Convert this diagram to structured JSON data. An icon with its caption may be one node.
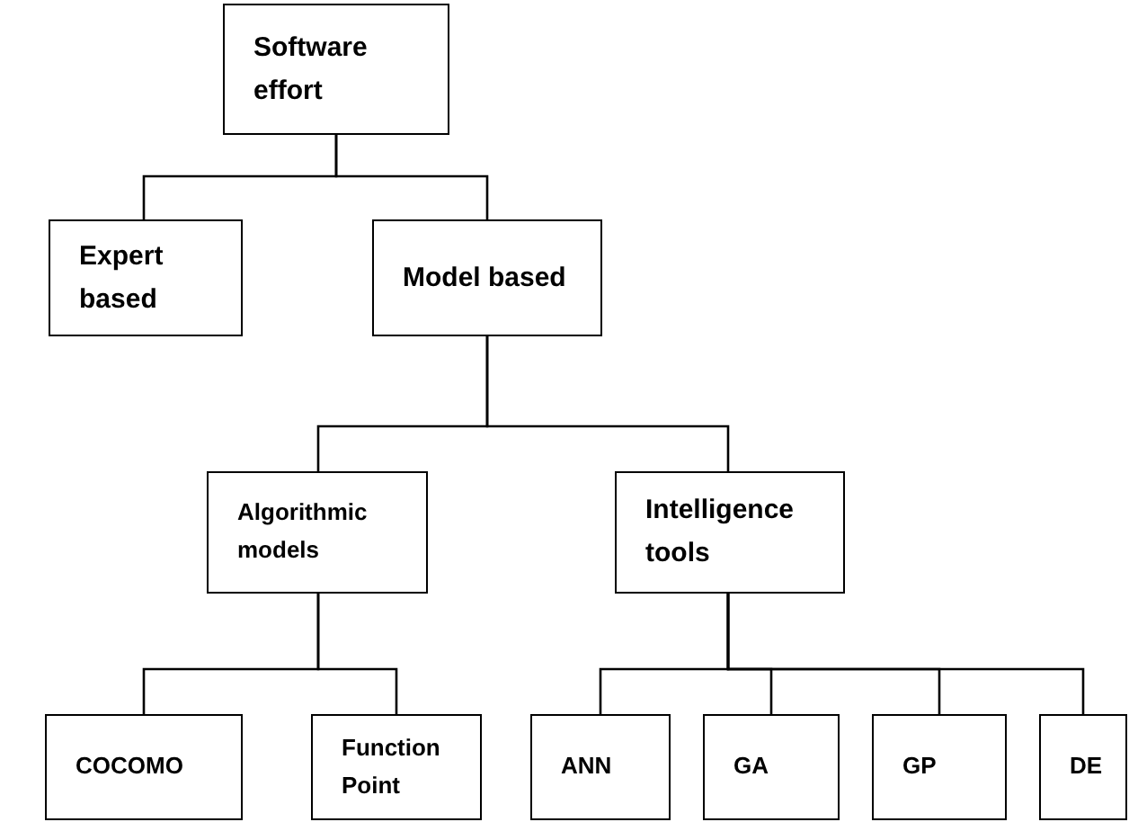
{
  "diagram": {
    "nodes": [
      {
        "text": [
          "Software effort"
        ]
      },
      {
        "text": [
          "Expert based"
        ]
      },
      {
        "text": [
          "Model based"
        ]
      },
      {
        "text": [
          "Algorithmic models"
        ]
      },
      {
        "text": [
          "Intelligence tools"
        ]
      },
      {
        "text": [
          "COCOMO"
        ]
      },
      {
        "text": [
          "Function Point"
        ]
      },
      {
        "text": [
          "ANN"
        ]
      },
      {
        "text": [
          "GA"
        ]
      },
      {
        "text": [
          "GP"
        ]
      },
      {
        "text": [
          "DE"
        ]
      }
    ],
    "edges": [
      {
        "from": 0,
        "to": 1,
        "arrow": "none"
      },
      {
        "from": 0,
        "to": 2,
        "arrow": "none"
      },
      {
        "from": 2,
        "to": 3,
        "arrow": "none"
      },
      {
        "from": 2,
        "to": 4,
        "arrow": "none"
      },
      {
        "from": 3,
        "to": 5,
        "arrow": "none"
      },
      {
        "from": 3,
        "to": 6,
        "arrow": "none"
      },
      {
        "from": 4,
        "to": 7,
        "arrow": "none"
      },
      {
        "from": 4,
        "to": 8,
        "arrow": "none"
      },
      {
        "from": 4,
        "to": 9,
        "arrow": "none"
      },
      {
        "from": 4,
        "to": 10,
        "arrow": "none"
      }
    ]
  }
}
